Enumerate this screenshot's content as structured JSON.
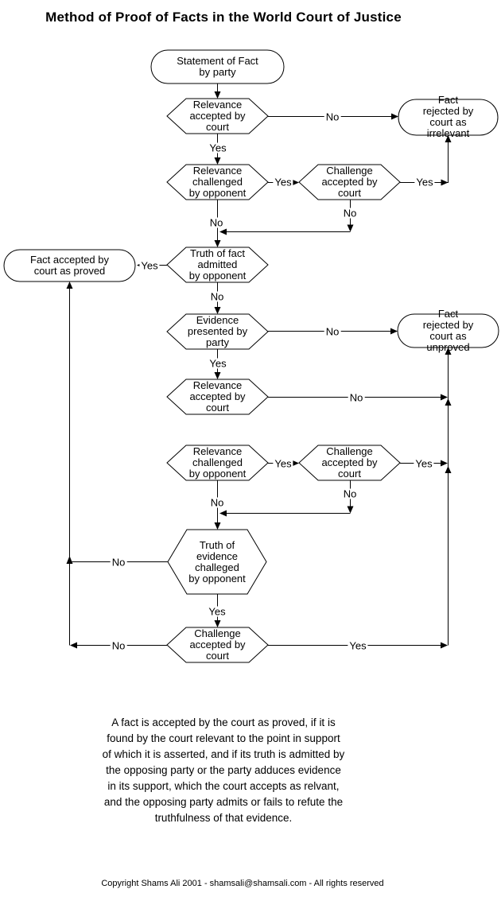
{
  "title": "Method of Proof of Facts in the World Court of Justice",
  "flowchart": {
    "nodes": {
      "statement": "Statement of Fact\nby party",
      "relevance_accepted_1": "Relevance\naccepted by\ncourt",
      "fact_rejected_irrelevant": "Fact rejected by\ncourt as irrelevant",
      "relevance_challenged_1": "Relevance\nchallenged\nby opponent",
      "challenge_accepted_1": "Challenge\naccepted by\ncourt",
      "truth_of_fact_admitted": "Truth of fact\nadmitted\nby opponent",
      "fact_accepted_proved": "Fact accepted by\ncourt as proved",
      "evidence_presented": "Evidence\npresented by\nparty",
      "fact_rejected_unproved": "Fact rejected by\ncourt as unproved",
      "relevance_accepted_2": "Relevance\naccepted by\ncourt",
      "relevance_challenged_2": "Relevance\nchallenged\nby opponent",
      "challenge_accepted_2": "Challenge\naccepted by\ncourt",
      "truth_of_evidence_challenged": "Truth of\nevidence\nchalleged\nby opponent",
      "challenge_accepted_3": "Challenge\naccepted by\ncourt"
    },
    "labels": {
      "yes": "Yes",
      "no": "No"
    }
  },
  "footer": {
    "summary": "A fact is accepted by the court as proved, if it is\nfound by the court relevant to the point in support\nof which it is asserted, and if its truth is admitted by\nthe opposing party or the party adduces evidence\nin its support, which the court accepts as relvant,\nand the opposing party admits or fails to refute the\ntruthfulness of that evidence.",
    "copyright": "Copyright Shams Ali 2001 - shamsali@shamsali.com - All rights reserved"
  },
  "colors": {
    "background": "#ffffff",
    "line": "#000000",
    "text": "#000000"
  }
}
